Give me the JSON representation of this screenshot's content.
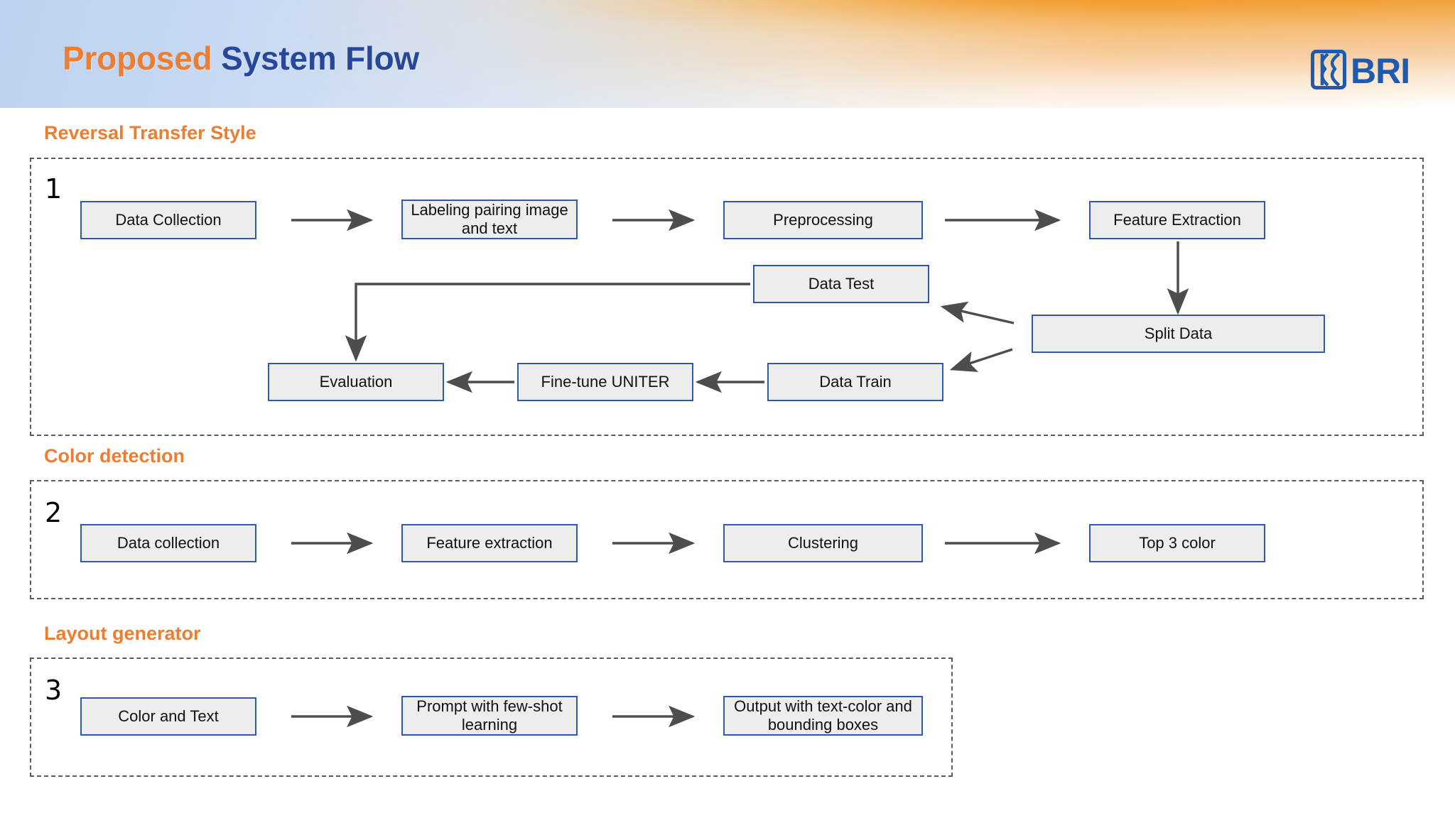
{
  "header": {
    "title_part1": "Proposed ",
    "title_part2": "System Flow",
    "logo_text": "BRI",
    "logo_name": "bri-logo",
    "accent_orange": "#ED7D31",
    "accent_blue": "#27479B",
    "band_orange": "#EA7E0C",
    "band_blue": "#BCD2F0"
  },
  "theme": {
    "box_fill": "#EDEDED",
    "box_border": "#2E5AAC",
    "dash_border": "#5A5A64",
    "arrow_color": "#4D4D4D",
    "heading_color": "#ED7D31"
  },
  "sections": [
    {
      "heading": "Reversal Transfer Style",
      "number": "1",
      "nodes": [
        {
          "id": "data-collection",
          "label": "Data Collection"
        },
        {
          "id": "labeling-pairing",
          "label": "Labeling pairing image and text"
        },
        {
          "id": "preprocessing",
          "label": "Preprocessing"
        },
        {
          "id": "feature-extraction",
          "label": "Feature Extraction"
        },
        {
          "id": "split-data",
          "label": "Split Data"
        },
        {
          "id": "data-test",
          "label": "Data Test"
        },
        {
          "id": "data-train",
          "label": "Data Train"
        },
        {
          "id": "fine-tune-uniter",
          "label": "Fine-tune UNITER"
        },
        {
          "id": "evaluation",
          "label": "Evaluation"
        }
      ],
      "edges": [
        {
          "from": "data-collection",
          "to": "labeling-pairing"
        },
        {
          "from": "labeling-pairing",
          "to": "preprocessing"
        },
        {
          "from": "preprocessing",
          "to": "feature-extraction"
        },
        {
          "from": "feature-extraction",
          "to": "split-data"
        },
        {
          "from": "split-data",
          "to": "data-test"
        },
        {
          "from": "split-data",
          "to": "data-train"
        },
        {
          "from": "data-train",
          "to": "fine-tune-uniter"
        },
        {
          "from": "fine-tune-uniter",
          "to": "evaluation"
        },
        {
          "from": "data-test",
          "to": "evaluation"
        }
      ]
    },
    {
      "heading": "Color detection",
      "number": "2",
      "nodes": [
        {
          "id": "data-collection-2",
          "label": "Data collection"
        },
        {
          "id": "feature-extraction-2",
          "label": "Feature extraction"
        },
        {
          "id": "clustering",
          "label": "Clustering"
        },
        {
          "id": "top-3-color",
          "label": "Top 3 color"
        }
      ],
      "edges": [
        {
          "from": "data-collection-2",
          "to": "feature-extraction-2"
        },
        {
          "from": "feature-extraction-2",
          "to": "clustering"
        },
        {
          "from": "clustering",
          "to": "top-3-color"
        }
      ]
    },
    {
      "heading": "Layout generator",
      "number": "3",
      "nodes": [
        {
          "id": "color-and-text",
          "label": "Color and Text"
        },
        {
          "id": "prompt-few-shot",
          "label": "Prompt with few-shot learning"
        },
        {
          "id": "output-boxes",
          "label": "Output with text-color and bounding boxes"
        }
      ],
      "edges": [
        {
          "from": "color-and-text",
          "to": "prompt-few-shot"
        },
        {
          "from": "prompt-few-shot",
          "to": "output-boxes"
        }
      ]
    }
  ]
}
